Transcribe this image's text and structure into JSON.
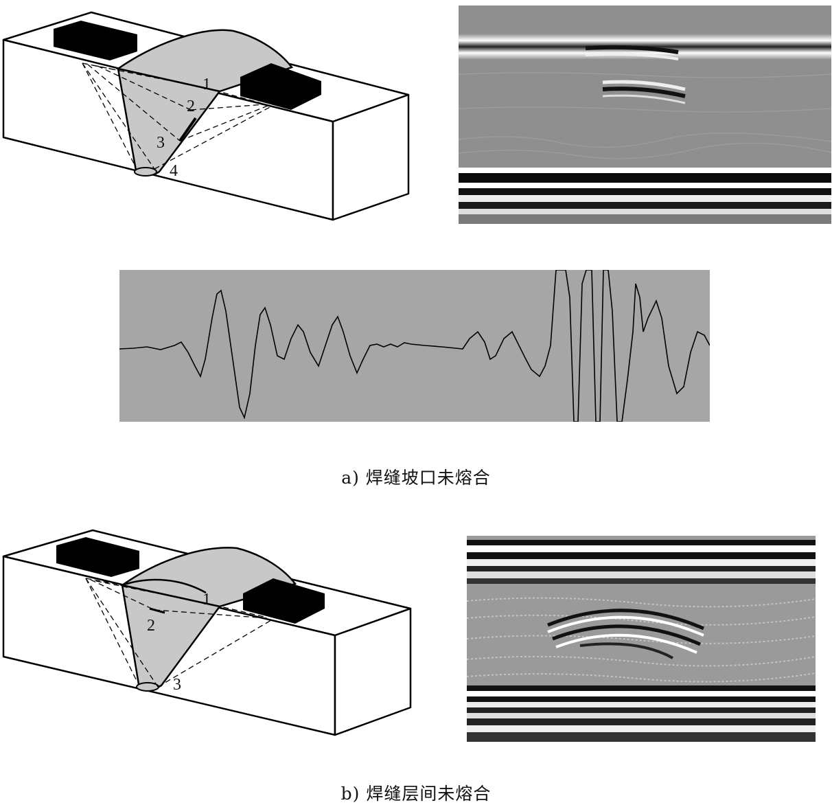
{
  "section_a": {
    "caption": "a) 焊缝坡口未熔合",
    "path_labels": [
      "1",
      "2",
      "3",
      "4"
    ]
  },
  "section_b": {
    "caption": "b) 焊缝层间未熔合",
    "path_labels": [
      "1",
      "2",
      "3"
    ]
  },
  "colors": {
    "weld_fill": "#c8c8c8",
    "transducer": "#000000",
    "scope_background": "#a6a6a6",
    "scan_background": "#8f8f8f"
  }
}
